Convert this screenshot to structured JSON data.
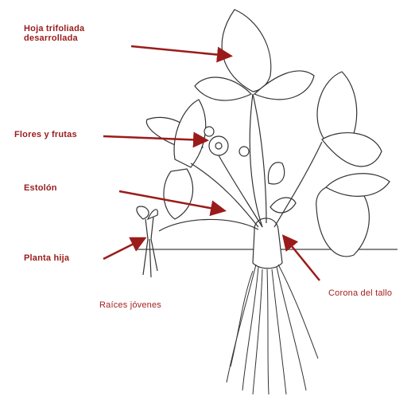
{
  "labels": {
    "hoja_line1": "Hoja trifoliada",
    "hoja_line2": "desarrollada",
    "flores": "Flores y frutas",
    "estolon": "Estolón",
    "planta_hija": "Planta hija",
    "raices": "Raíces jóvenes",
    "corona": "Corona del tallo"
  },
  "colors": {
    "arrow": "#9b1b1b",
    "label": "#9b1b1b",
    "drawing": "#333333"
  }
}
